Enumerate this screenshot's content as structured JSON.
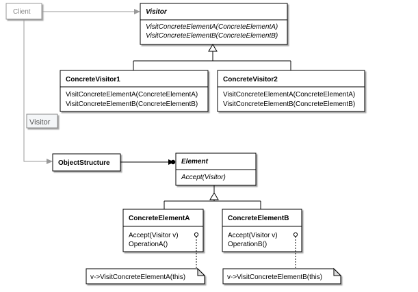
{
  "client": {
    "label": "Client"
  },
  "tooltip": {
    "label": "Visitor"
  },
  "visitor": {
    "name": "Visitor",
    "ops": [
      "VisitConcreteElementA(ConcreteElementA)",
      "VisitConcreteElementB(ConcreteElementB)"
    ]
  },
  "concrete_visitor_1": {
    "name": "ConcreteVisitor1",
    "ops": [
      "VisitConcreteElementA(ConcreteElementA)",
      "VisitConcreteElementB(ConcreteElementB)"
    ]
  },
  "concrete_visitor_2": {
    "name": "ConcreteVisitor2",
    "ops": [
      "VisitConcreteElementA(ConcreteElementA)",
      "VisitConcreteElementB(ConcreteElementB)"
    ]
  },
  "object_structure": {
    "name": "ObjectStructure"
  },
  "element": {
    "name": "Element",
    "ops": [
      "Accept(Visitor)"
    ]
  },
  "concrete_element_a": {
    "name": "ConcreteElementA",
    "ops": [
      "Accept(Visitor v)",
      "OperationA()"
    ]
  },
  "concrete_element_b": {
    "name": "ConcreteElementB",
    "ops": [
      "Accept(Visitor v)",
      "OperationB()"
    ]
  },
  "note_a": {
    "text": "v->VisitConcreteElementA(this)"
  },
  "note_b": {
    "text": "v->VisitConcreteElementB(this)"
  },
  "colors": {
    "line": "#000000",
    "client_gray": "#999999",
    "shadow": "#a0a0a0",
    "tooltip_border": "#8a8a8a"
  }
}
